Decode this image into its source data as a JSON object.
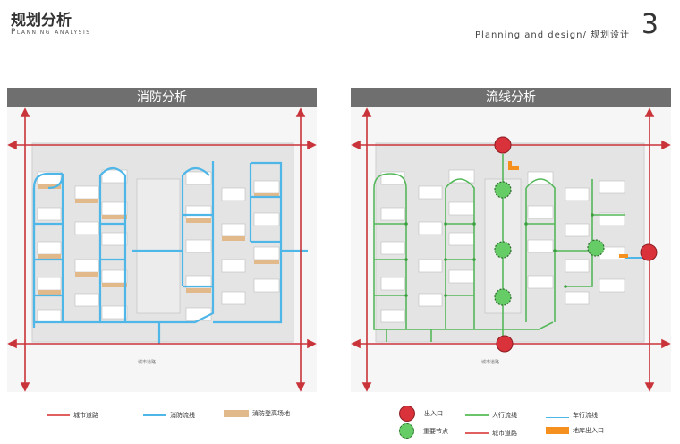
{
  "header": {
    "title": "规划分析",
    "subtitle": "Planning analysis",
    "right_label": "Planning and design/ 规划设计",
    "page_number": "3"
  },
  "panels": [
    {
      "title": "消防分析",
      "road_label": "城市道路",
      "legend": [
        {
          "label": "城市道路",
          "color": "#e06060"
        },
        {
          "label": "消防流线",
          "color": "#4fb6e8"
        },
        {
          "label": "消防登高场地",
          "color": "#e2b98a"
        }
      ]
    },
    {
      "title": "流线分析",
      "road_label": "城市道路",
      "legend": [
        {
          "label": "出入口",
          "color": "#e04040"
        },
        {
          "label": "人行流线",
          "color": "#69c46a"
        },
        {
          "label": "车行流线",
          "color": "#4fb6e8"
        },
        {
          "label": "重要节点",
          "color": "#66cc66"
        },
        {
          "label": "城市道路",
          "color": "#e06060"
        },
        {
          "label": "地库出入口",
          "color": "#f5901e"
        }
      ]
    }
  ],
  "colors": {
    "road_arrow": "#c9343a",
    "fire_lane": "#4fb6e8",
    "pedestrian": "#55b85a",
    "entrance": "#d9323a",
    "node": "#55b85a",
    "garage": "#f5901e",
    "panel_header": "#6f6f6f"
  }
}
